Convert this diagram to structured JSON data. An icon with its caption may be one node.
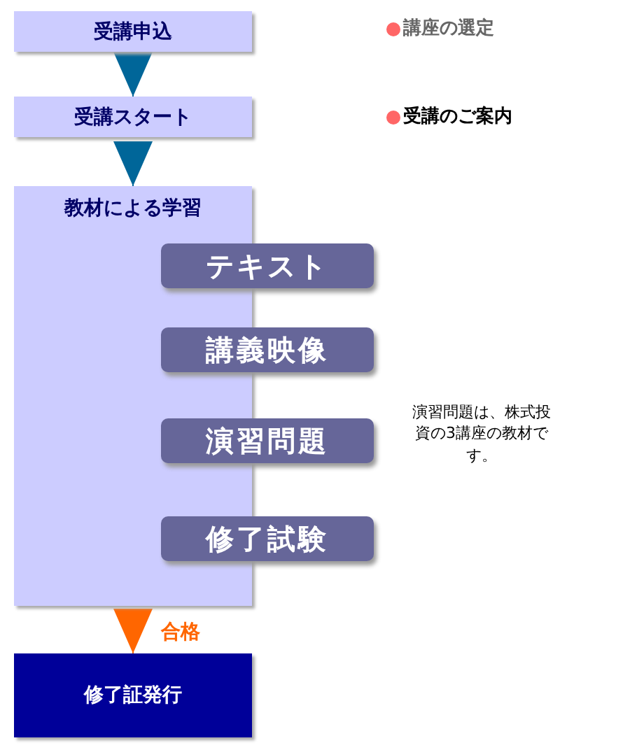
{
  "diagram": {
    "nodes": [
      {
        "text": [
          "受講申込"
        ]
      },
      {
        "text": [
          "受講スタート"
        ]
      },
      {
        "text": [
          "教材による学習"
        ]
      },
      {
        "text": [
          "テキスト"
        ]
      },
      {
        "text": [
          "講義映像"
        ]
      },
      {
        "text": [
          "演習問題"
        ],
        "beside": [
          "演習問題は、株式投資の3講座の教材です。"
        ]
      },
      {
        "text": [
          "修了試験"
        ]
      },
      {
        "text": [
          "修了証発行"
        ]
      }
    ],
    "edges": [
      {
        "from": 0,
        "to": 1,
        "arrow": "to"
      },
      {
        "from": 1,
        "to": 2,
        "arrow": "to"
      },
      {
        "from": 2,
        "to": 7,
        "arrow": "to",
        "label": "合格",
        "color": "#ff6600"
      }
    ],
    "labels": [
      "講座の選定",
      "受講のご案内"
    ]
  }
}
